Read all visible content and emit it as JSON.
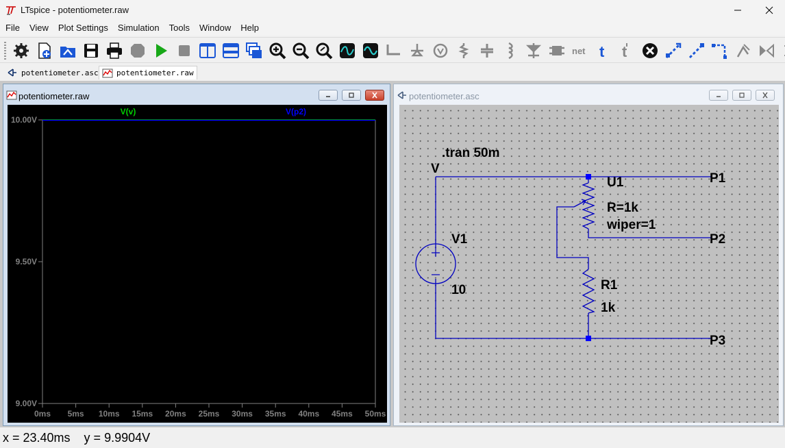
{
  "window": {
    "title": "LTspice - potentiometer.raw"
  },
  "menu": [
    "File",
    "View",
    "Plot Settings",
    "Simulation",
    "Tools",
    "Window",
    "Help"
  ],
  "toolbar": {
    "buttons": [
      {
        "name": "settings",
        "icon": "gear-icon"
      },
      {
        "name": "new-schematic",
        "icon": "new-document-icon"
      },
      {
        "name": "open",
        "icon": "open-folder-icon"
      },
      {
        "name": "save",
        "icon": "save-icon"
      },
      {
        "name": "print",
        "icon": "printer-icon"
      },
      {
        "name": "halt",
        "icon": "halt-icon"
      },
      {
        "name": "run",
        "icon": "play-icon"
      },
      {
        "name": "stop",
        "icon": "stop-icon"
      },
      {
        "name": "tile-vertical",
        "icon": "tile-vertical-icon"
      },
      {
        "name": "tile-horizontal",
        "icon": "tile-horizontal-icon"
      },
      {
        "name": "cascade",
        "icon": "cascade-icon"
      },
      {
        "name": "zoom-in",
        "icon": "zoom-in-icon"
      },
      {
        "name": "zoom-out",
        "icon": "zoom-out-icon"
      },
      {
        "name": "zoom-fit",
        "icon": "zoom-fit-icon"
      },
      {
        "name": "autorange",
        "icon": "autorange-icon"
      },
      {
        "name": "waveform",
        "icon": "waveform-icon"
      },
      {
        "name": "wire",
        "icon": "wire-icon"
      },
      {
        "name": "ground",
        "icon": "ground-icon"
      },
      {
        "name": "voltage-source",
        "icon": "voltage-source-icon"
      },
      {
        "name": "resistor",
        "icon": "resistor-icon"
      },
      {
        "name": "capacitor",
        "icon": "capacitor-icon"
      },
      {
        "name": "inductor",
        "icon": "inductor-icon"
      },
      {
        "name": "diode",
        "icon": "diode-icon"
      },
      {
        "name": "component",
        "icon": "component-icon"
      },
      {
        "name": "net-label",
        "icon": "net-label-icon",
        "label": "net"
      },
      {
        "name": "text",
        "icon": "text-icon",
        "label": "t"
      },
      {
        "name": "spice-directive",
        "icon": "directive-icon"
      },
      {
        "name": "delete",
        "icon": "delete-icon"
      },
      {
        "name": "move",
        "icon": "move-icon"
      },
      {
        "name": "drag",
        "icon": "drag-icon"
      },
      {
        "name": "undo",
        "icon": "undo-icon"
      },
      {
        "name": "redo",
        "icon": "redo-icon"
      },
      {
        "name": "mirror",
        "icon": "mirror-icon"
      },
      {
        "name": "rotate",
        "icon": "rotate-icon"
      }
    ]
  },
  "tabs": [
    {
      "label": "potentiometer.asc",
      "active": false
    },
    {
      "label": "potentiometer.raw",
      "active": true
    }
  ],
  "plot_window": {
    "title": "potentiometer.raw",
    "trace_labels": [
      {
        "text": "V(v)",
        "color": "#00d000"
      },
      {
        "text": "V(p2)",
        "color": "#0000ff"
      }
    ]
  },
  "chart_data": {
    "type": "line",
    "x": [
      0,
      5,
      10,
      15,
      20,
      25,
      30,
      35,
      40,
      45,
      50
    ],
    "series": [
      {
        "name": "V(v)",
        "color": "#00d000",
        "values": [
          10,
          10,
          10,
          10,
          10,
          10,
          10,
          10,
          10,
          10,
          10
        ]
      },
      {
        "name": "V(p2)",
        "color": "#0000ff",
        "values": [
          10,
          10,
          10,
          10,
          10,
          10,
          10,
          10,
          10,
          10,
          10
        ]
      }
    ],
    "xlim": [
      0,
      50
    ],
    "ylim": [
      9.0,
      10.0
    ],
    "xticks": [
      "0ms",
      "5ms",
      "10ms",
      "15ms",
      "20ms",
      "25ms",
      "30ms",
      "35ms",
      "40ms",
      "45ms",
      "50ms"
    ],
    "yticks": [
      {
        "value": 10.0,
        "label": "10.00V"
      },
      {
        "value": 9.5,
        "label": "9.50V"
      },
      {
        "value": 9.0,
        "label": "9.00V"
      }
    ],
    "background": "#000000",
    "axis_color": "#808080"
  },
  "schematic_window": {
    "title": "potentiometer.asc",
    "directive": ".tran 50m",
    "labels": {
      "net_v": "V",
      "v1_name": "V1",
      "v1_value": "10",
      "u1_name": "U1",
      "u1_r": "R=1k",
      "u1_wiper": "wiper=1",
      "r1_name": "R1",
      "r1_value": "1k",
      "p1": "P1",
      "p2": "P2",
      "p3": "P3"
    },
    "colors": {
      "wire": "#0000c0",
      "component": "#0000c0",
      "junction": "#0000ff",
      "text": "#000000"
    }
  },
  "status": {
    "text": "x = 23.40ms    y = 9.9904V"
  }
}
